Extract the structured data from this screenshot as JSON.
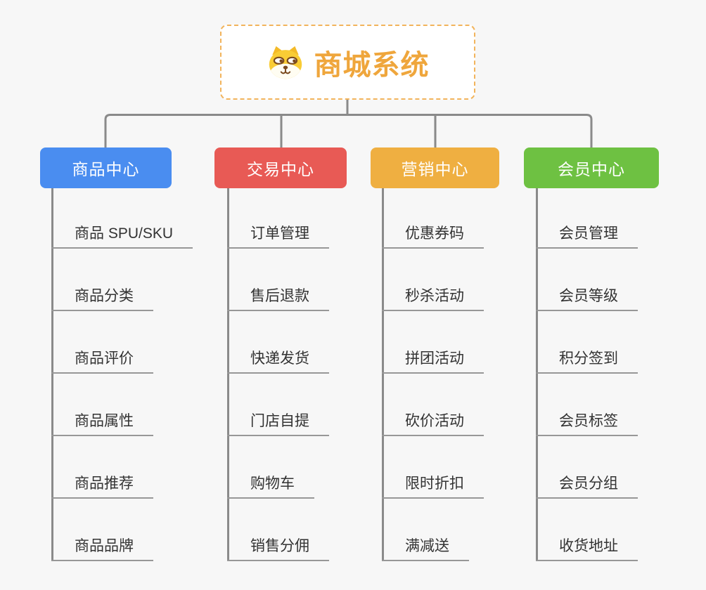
{
  "root": {
    "title": "商城系统",
    "icon": "dog-face-icon"
  },
  "branches": [
    {
      "label": "商品中心",
      "color": "#4a8df0",
      "items": [
        "商品 SPU/SKU",
        "商品分类",
        "商品评价",
        "商品属性",
        "商品推荐",
        "商品品牌"
      ]
    },
    {
      "label": "交易中心",
      "color": "#e85a55",
      "items": [
        "订单管理",
        "售后退款",
        "快递发货",
        "门店自提",
        "购物车",
        "销售分佣"
      ]
    },
    {
      "label": "营销中心",
      "color": "#efaf41",
      "items": [
        "优惠券码",
        "秒杀活动",
        "拼团活动",
        "砍价活动",
        "限时折扣",
        "满减送"
      ]
    },
    {
      "label": "会员中心",
      "color": "#6ec142",
      "items": [
        "会员管理",
        "会员等级",
        "积分签到",
        "会员标签",
        "会员分组",
        "收货地址"
      ]
    }
  ],
  "colors": {
    "background": "#f7f7f7",
    "connector": "#8a8a8a",
    "leaf_underline": "#979797",
    "leaf_text": "#333333",
    "root_accent": "#efa63c",
    "root_border": "#f2b45c",
    "root_background": "#ffffff"
  }
}
